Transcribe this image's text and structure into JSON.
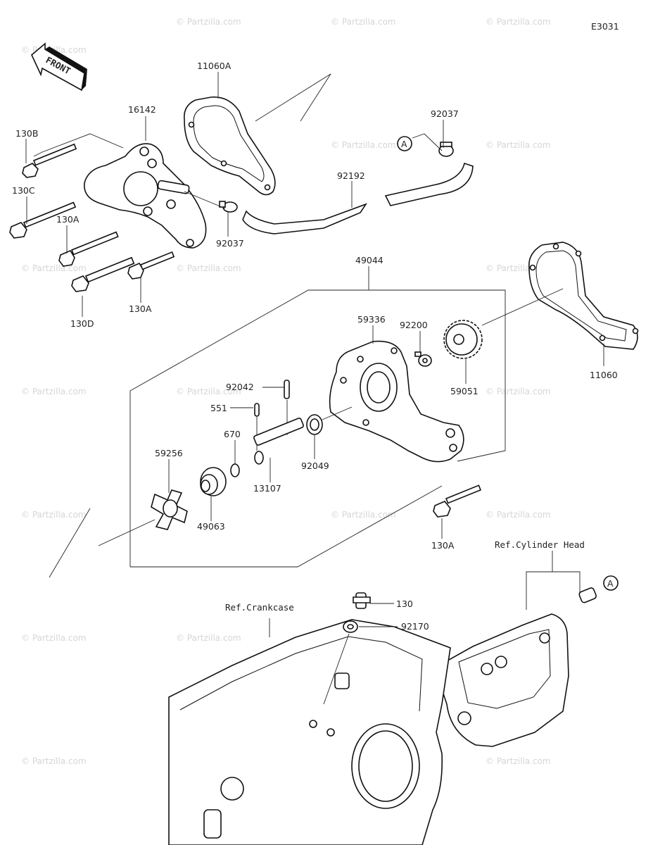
{
  "diagram_id": "E3031",
  "front_label": "FRONT",
  "watermark": "© Partzilla.com",
  "reference_labels": {
    "cylinder_head": "Ref.Cylinder Head",
    "crankcase": "Ref.Crankcase"
  },
  "callout_letter": "A",
  "part_labels": {
    "p11060A": "11060A",
    "p16142": "16142",
    "p130B": "130B",
    "p130C": "130C",
    "p130A_top": "130A",
    "p130D": "130D",
    "p130A_mid": "130A",
    "p92037_top": "92037",
    "p92037_mid": "92037",
    "p92192": "92192",
    "p49044": "49044",
    "p59336": "59336",
    "p92200": "92200",
    "p11060": "11060",
    "p59051": "59051",
    "p92042": "92042",
    "p551": "551",
    "p670": "670",
    "p59256": "59256",
    "p92049": "92049",
    "p13107": "13107",
    "p49063": "49063",
    "p130A_bot": "130A",
    "p130": "130",
    "p92170": "92170"
  }
}
